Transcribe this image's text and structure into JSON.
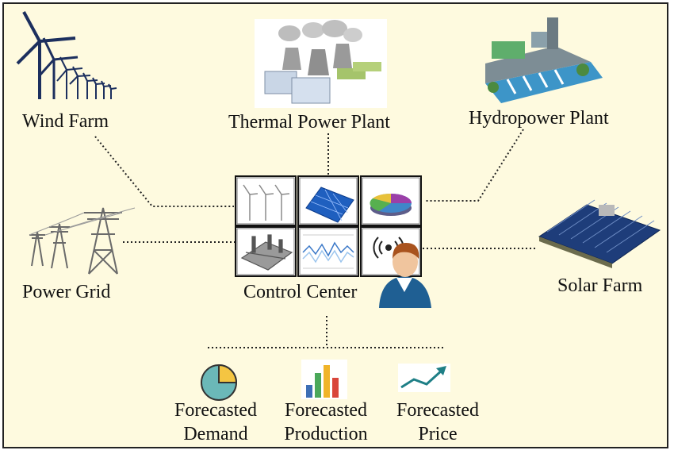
{
  "nodes": {
    "wind_farm": "Wind Farm",
    "thermal_power_plant": "Thermal Power Plant",
    "hydropower_plant": "Hydropower Plant",
    "power_grid": "Power Grid",
    "control_center": "Control Center",
    "solar_farm": "Solar Farm"
  },
  "outputs": [
    {
      "line1": "Forecasted",
      "line2": "Demand"
    },
    {
      "line1": "Forecasted",
      "line2": "Production"
    },
    {
      "line1": "Forecasted",
      "line2": "Price"
    }
  ],
  "colors": {
    "background": "#fefadf",
    "connector": "#222222",
    "pie_teal": "#6bb8b8",
    "pie_yellow": "#f4c542",
    "bar_blue": "#3d6fb5",
    "bar_red": "#d9463b",
    "bar_green": "#4aa85a",
    "bar_yellow": "#f0b429",
    "trend_teal": "#1e7f86"
  },
  "icons": [
    "wind-turbine-icon",
    "solar-panel-icon",
    "pie-chart-icon",
    "substation-icon",
    "line-graph-icon",
    "broadcast-icon",
    "operator-icon",
    "transmission-tower-icon",
    "cooling-tower-icon",
    "dam-icon",
    "solar-array-icon",
    "bar-chart-icon",
    "trend-arrow-icon"
  ]
}
